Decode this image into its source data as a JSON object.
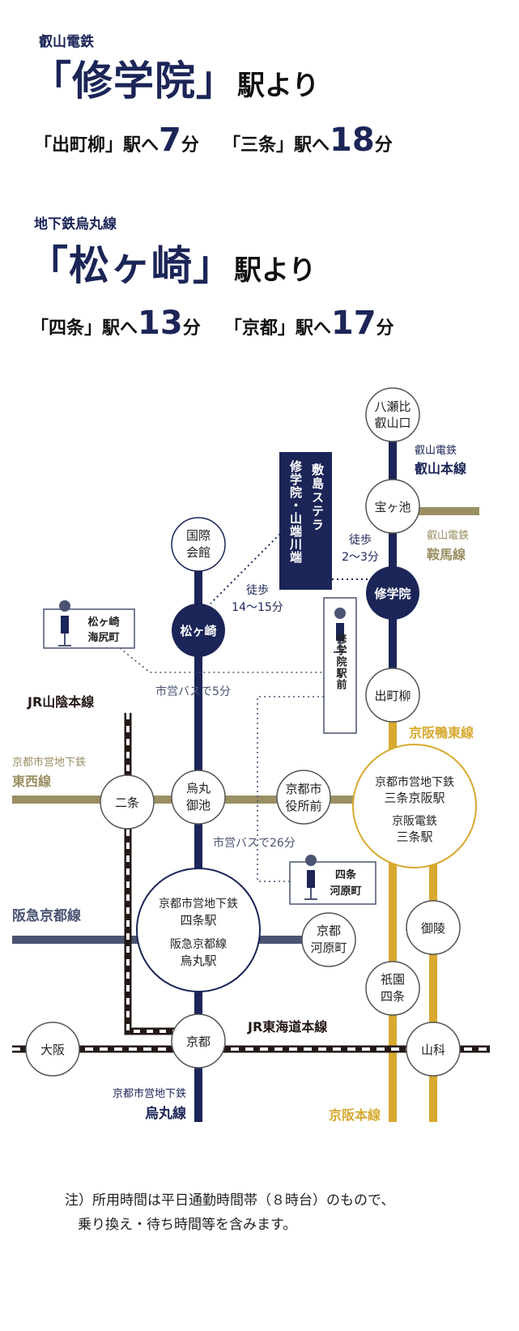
{
  "header1": {
    "line_name": "叡山電鉄",
    "station_big": "「修学院」",
    "station_suffix": "駅より",
    "dest1_name": "「出町柳」駅へ",
    "dest1_num": "7",
    "dest1_unit": "分",
    "dest2_name": "「三条」駅へ",
    "dest2_num": "18",
    "dest2_unit": "分"
  },
  "header2": {
    "line_name": "地下鉄烏丸線",
    "station_big": "「松ヶ崎」",
    "station_suffix": "駅より",
    "dest1_name": "「四条」駅へ",
    "dest1_num": "13",
    "dest1_unit": "分",
    "dest2_name": "「京都」駅へ",
    "dest2_num": "17",
    "dest2_unit": "分"
  },
  "colors": {
    "navy": "#1b2557",
    "gold": "#d8a930",
    "olive": "#9a8f63",
    "slate": "#4a5472",
    "jr": "#231815"
  },
  "stations": {
    "yase": [
      "八瀬比",
      "叡山口"
    ],
    "takaragaike": "宝ヶ池",
    "shugakuin": "修学院",
    "demachiyanagi": "出町柳",
    "kokusai": [
      "国際",
      "会館"
    ],
    "matsugasaki": "松ヶ崎",
    "karasumaoike": [
      "烏丸",
      "御池"
    ],
    "nijo": "二条",
    "shiyakusho": [
      "京都市",
      "役所前"
    ],
    "sanjo": [
      "京都市営地下鉄",
      "三条京阪駅",
      "京阪電鉄",
      "三条駅"
    ],
    "shijo": [
      "京都市営地下鉄",
      "四条駅",
      "阪急京都線",
      "烏丸駅"
    ],
    "kawaramachi": [
      "京都",
      "河原町"
    ],
    "gion": [
      "祇園",
      "四条"
    ],
    "misasagi": "御陵",
    "kyoto": "京都",
    "osaka": "大阪",
    "yamashina": "山科"
  },
  "lines": {
    "eizan_main": [
      "叡山電鉄",
      "叡山本線"
    ],
    "kurama": [
      "叡山電鉄",
      "鞍馬線"
    ],
    "keihan_oto": "京阪鴨東線",
    "tozai": [
      "京都市営地下鉄",
      "東西線"
    ],
    "sanin": "JR山陰本線",
    "hankyu": "阪急京都線",
    "tokaido": "JR東海道本線",
    "karasuma": [
      "京都市営地下鉄",
      "烏丸線"
    ],
    "keihan_main": "京阪本線"
  },
  "property": {
    "name_col1": "敷島ステラ",
    "name_col2": "修学院・山端川端"
  },
  "walks": {
    "to_shugakuin": [
      "徒歩",
      "2〜3分"
    ],
    "to_matsugasaki": [
      "徒歩",
      "14〜15分"
    ]
  },
  "bus": {
    "route1": "市営バスで5分",
    "route2": "市営バスで26分",
    "stop1": [
      "松ヶ崎",
      "海尻町"
    ],
    "stop2": "修学院駅前",
    "stop3": [
      "四条",
      "河原町"
    ]
  },
  "note": {
    "line1": "注）所用時間は平日通勤時間帯（８時台）のもので、",
    "line2": "乗り換え・待ち時間等を含みます。"
  }
}
